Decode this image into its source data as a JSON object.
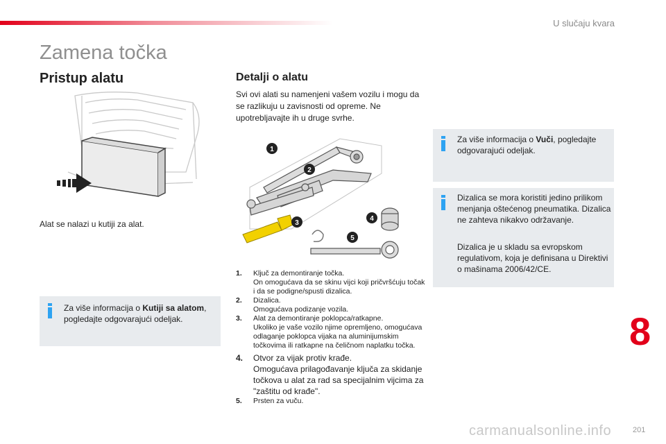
{
  "header": {
    "chapter_title": "U slučaju kvara"
  },
  "page_title": "Zamena točka",
  "left": {
    "heading": "Pristup alatu",
    "caption": "Alat se nalazi u kutiji za alat.",
    "info": {
      "pre": "Za više informacija o ",
      "bold": "Kutiji sa alatom",
      "post": ", pogledajte odgovarajući odeljak."
    }
  },
  "middle": {
    "heading": "Detalji o alatu",
    "intro": "Svi ovi alati su namenjeni vašem vozilu i mogu da se razlikuju u zavisnosti od opreme. Ne upotrebljavajte ih u druge svrhe.",
    "callouts": [
      "1",
      "2",
      "3",
      "4",
      "5"
    ],
    "tools": [
      {
        "num": "1.",
        "lines": [
          "Ključ za demontiranje točka.",
          "On omogućava da se skinu vijci koji pričvršćuju točak i da se podigne/spusti dizalica."
        ]
      },
      {
        "num": "2.",
        "lines": [
          "Dizalica.",
          "Omogućava podizanje vozila."
        ]
      },
      {
        "num": "3.",
        "lines": [
          "Alat za demontiranje poklopca/ratkapne.",
          "Ukoliko je vaše vozilo njime opremljeno, omogućava odlaganje poklopca vijaka na aluminijumskim točkovima ili ratkapne na čeličnom naplatku točka."
        ]
      },
      {
        "num": "4.",
        "lines": [
          "Otvor za vijak protiv krađe.",
          "Omogućava prilagođavanje ključa za skidanje točkova u alat za rad sa specijalnim vijcima za \"zaštitu od krađe\"."
        ]
      },
      {
        "num": "5.",
        "lines": [
          "Prsten za vuču."
        ]
      }
    ]
  },
  "right": {
    "info1": {
      "pre": "Za više informacija o ",
      "bold": "Vuči",
      "post": ", pogledajte odgovarajući odeljak."
    },
    "info2": {
      "p1": "Dizalica se mora koristiti jedino prilikom menjanja oštećenog pneumatika. Dizalica ne zahteva nikakvo održavanje.",
      "p2": "Dizalica je u skladu sa evropskom regulativom, koja je definisana u Direktivi o mašinama 2006/42/CE."
    }
  },
  "side_tab": "8",
  "page_number": "201",
  "watermark": "carmanualsonline.info",
  "colors": {
    "accent_red": "#e2001a",
    "info_blue": "#2ea3f2",
    "info_bg": "#e8ebee",
    "tool_yellow": "#f2d100"
  },
  "icons": [
    "info-icon",
    "arrow-icon",
    "seat-illustration",
    "tools-illustration"
  ]
}
